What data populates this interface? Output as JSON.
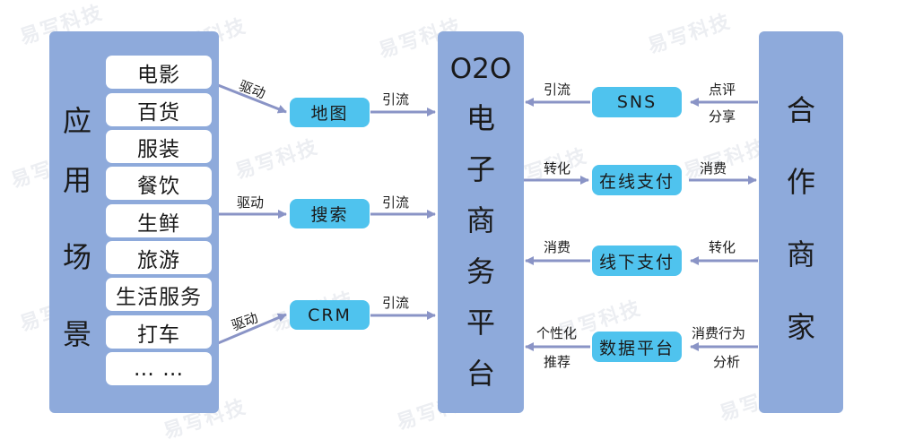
{
  "watermark": "易写科技",
  "left_panel": {
    "title_chars": [
      "应",
      "用",
      "场",
      "景"
    ],
    "scenes": [
      "电影",
      "百货",
      "服装",
      "餐饮",
      "生鲜",
      "旅游",
      "生活服务",
      "打车",
      "… …"
    ]
  },
  "middle_nodes": {
    "map": "地图",
    "search": "搜索",
    "crm": "CRM"
  },
  "platform": {
    "title_top": "O2O",
    "title_chars": [
      "电",
      "子",
      "商",
      "务",
      "平",
      "台"
    ]
  },
  "right_nodes": {
    "sns": "SNS",
    "online_pay": "在线支付",
    "offline_pay": "线下支付",
    "data_platform": "数据平台"
  },
  "merchant_panel": {
    "title_chars": [
      "合",
      "作",
      "商",
      "家"
    ]
  },
  "labels": {
    "drive": "驱动",
    "traffic": "引流",
    "comment": "点评",
    "share": "分享",
    "transform": "转化",
    "consume": "消费",
    "personalized": "个性化",
    "recommend": "推荐",
    "behavior": "消费行为",
    "analysis": "分析"
  },
  "colors": {
    "panel": "#8eaadb",
    "node": "#4fc3ee",
    "arrow": "#8a94c6"
  }
}
